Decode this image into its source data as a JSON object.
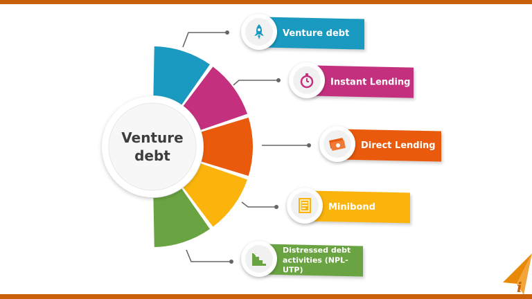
{
  "center": {
    "line1": "Venture",
    "line2": "debt"
  },
  "items": [
    {
      "label": "Venture debt",
      "color": "#1a9ac0",
      "icon": "rocket-icon"
    },
    {
      "label": "Instant Lending",
      "color": "#c4307e",
      "icon": "stopwatch-icon"
    },
    {
      "label": "Direct Lending",
      "color": "#e95a0c",
      "icon": "money-icon"
    },
    {
      "label": "Minibond",
      "color": "#fbb40b",
      "icon": "document-icon"
    },
    {
      "label_line1": "Distressed debt",
      "label_line2": "activities (NPL-UTP)",
      "color": "#6aa341",
      "icon": "stairs-down-icon"
    }
  ],
  "colors": {
    "accent_bar": "#c8600a",
    "connector": "#666666",
    "center_text": "#3d3d3d"
  },
  "logo": {
    "letter": "i"
  }
}
